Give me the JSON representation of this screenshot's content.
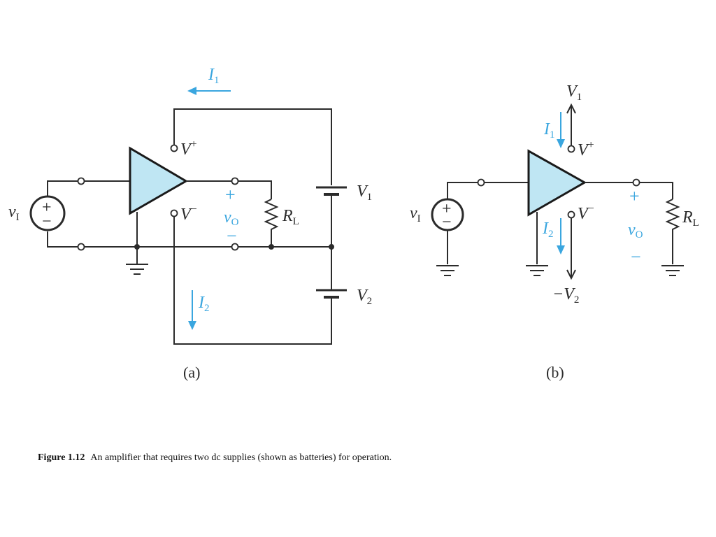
{
  "caption": {
    "number": "Figure 1.12",
    "text": "An amplifier that requires two dc supplies (shown as batteries) for operation."
  },
  "panel_a": {
    "label": "(a)",
    "vi": {
      "main": "v",
      "sub": "I"
    },
    "vplus": {
      "main": "V",
      "sup": "+"
    },
    "vminus": {
      "main": "V",
      "sup": "−"
    },
    "vo": {
      "main": "v",
      "sub": "O",
      "plus": "+",
      "minus": "−"
    },
    "rl": {
      "main": "R",
      "sub": "L"
    },
    "v1": {
      "main": "V",
      "sub": "1"
    },
    "v2": {
      "main": "V",
      "sub": "2"
    },
    "i1": {
      "main": "I",
      "sub": "1"
    },
    "i2": {
      "main": "I",
      "sub": "2"
    },
    "source_plus": "+",
    "source_minus": "−"
  },
  "panel_b": {
    "label": "(b)",
    "vi": {
      "main": "v",
      "sub": "I"
    },
    "vplus": {
      "main": "V",
      "sup": "+"
    },
    "vminus": {
      "main": "V",
      "sup": "−"
    },
    "vo": {
      "main": "v",
      "sub": "O",
      "plus": "+",
      "minus": "−"
    },
    "rl": {
      "main": "R",
      "sub": "L"
    },
    "v1": {
      "main": "V",
      "sub": "1"
    },
    "v2": {
      "prefix": "−",
      "main": "V",
      "sub": "2"
    },
    "i1": {
      "main": "I",
      "sub": "1"
    },
    "i2": {
      "main": "I",
      "sub": "2"
    },
    "source_plus": "+",
    "source_minus": "−"
  },
  "colors": {
    "amplifier_fill": "#bfe6f3",
    "annotation_blue": "#3aa6df",
    "wire": "#2b2b2b"
  }
}
